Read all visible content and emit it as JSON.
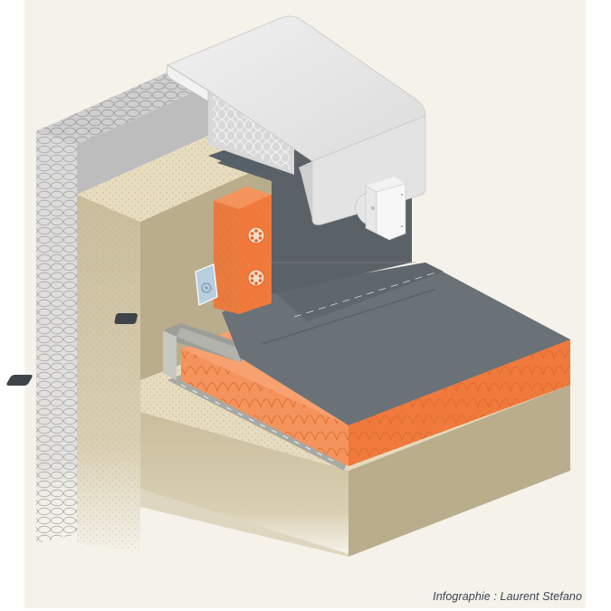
{
  "figure": {
    "subject": "Isometric cut-away of a flat-roof parapet (acrotère) detail",
    "credit": "Infographie : Laurent Stefano",
    "components": [
      {
        "name": "parapet-coping",
        "label": "Metal coping cap"
      },
      {
        "name": "coping-bracket",
        "label": "Coping fixing bracket"
      },
      {
        "name": "external-wall-insulation",
        "label": "External thermal insulation"
      },
      {
        "name": "concrete-parapet",
        "label": "Concrete parapet wall"
      },
      {
        "name": "upstand-insulation",
        "label": "Upstand insulation panel"
      },
      {
        "name": "insulation-fasteners",
        "label": "Insulation fasteners"
      },
      {
        "name": "fixing-angle",
        "label": "Fixing angle bracket"
      },
      {
        "name": "waterproofing-membrane",
        "label": "Waterproofing membrane"
      },
      {
        "name": "roof-insulation",
        "label": "Roof insulation boards"
      },
      {
        "name": "vapour-barrier",
        "label": "Vapour barrier"
      },
      {
        "name": "support-pads",
        "label": "Support pads"
      },
      {
        "name": "concrete-slab",
        "label": "Concrete roof slab"
      }
    ]
  },
  "colors": {
    "background": "#f5f2ea",
    "page": "#ffffff",
    "concrete_top": "#e8dcbf",
    "concrete_front": "#b9ad8c",
    "concrete_side": "#cfc3a3",
    "insulation_orange": "#f07a3c",
    "insulation_orange_light": "#f7a070",
    "membrane_dark": "#5f666c",
    "membrane_mid": "#6b7278",
    "coping_light": "#e9e9e9",
    "coping_shade": "#d3d3d3",
    "wool_gray": "#b6b6b6",
    "credit_text": "#3b4452"
  }
}
